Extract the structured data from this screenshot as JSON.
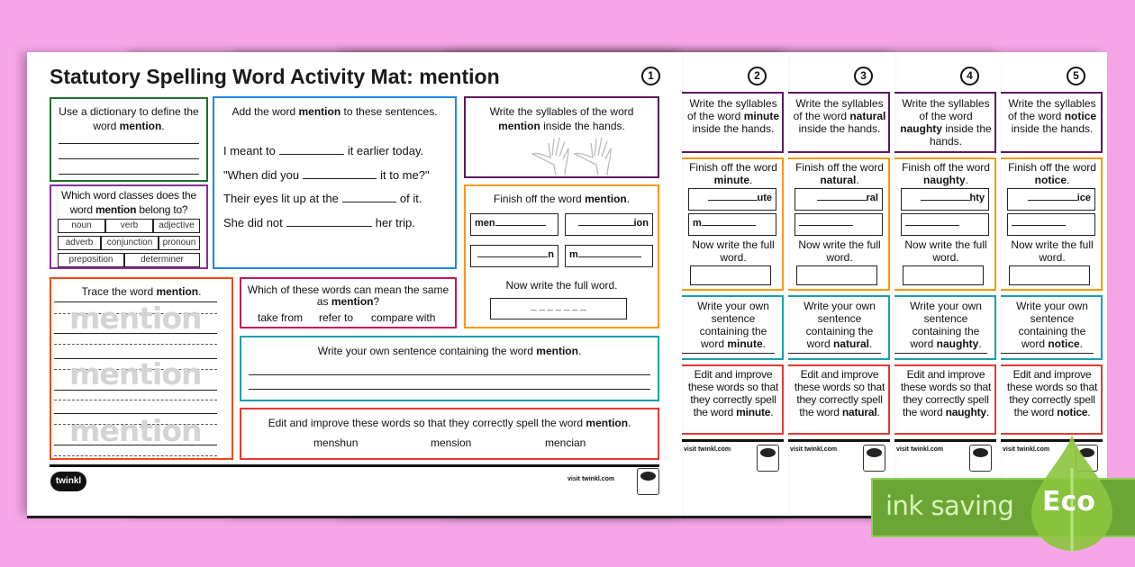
{
  "title": "Statutory Spelling Word Activity Mat: mention",
  "main_page": {
    "number": "1",
    "define": {
      "pre": "Use a dictionary to define the word ",
      "word": "mention",
      "post": "."
    },
    "classes": {
      "pre": "Which word classes does the word ",
      "word": "mention",
      "post": " belong to?",
      "options": [
        "noun",
        "verb",
        "adjective",
        "adverb",
        "conjunction",
        "pronoun",
        "preposition",
        "determiner"
      ]
    },
    "add": {
      "pre": "Add the word ",
      "word": "mention",
      "post": " to these sentences.",
      "sentences": [
        {
          "before": "I meant to",
          "after": "it earlier today."
        },
        {
          "before": "\"When did you",
          "after": "it to me?\""
        },
        {
          "before": "Their eyes lit up at the",
          "after": "of it."
        },
        {
          "before": "She did not",
          "after": "her trip."
        }
      ]
    },
    "syllables": {
      "pre": "Write the syllables of the word",
      "word": "mention",
      "post": " inside the hands."
    },
    "finish": {
      "pre": "Finish off the word ",
      "word": "mention",
      "post": ".",
      "parts": [
        "men",
        "ion",
        "n",
        "m"
      ],
      "full_label": "Now write the full word.",
      "dashes": "_ _ _ _ _ _ _"
    },
    "trace": {
      "pre": "Trace the word ",
      "word": "mention",
      "post": ".",
      "trace_word": "mention"
    },
    "synonyms": {
      "pre": "Which of these words can mean the same as ",
      "word": "mention",
      "post": "?",
      "options": [
        "take from",
        "refer to",
        "compare with"
      ]
    },
    "sentence": {
      "pre": "Write your own sentence containing the word ",
      "word": "mention",
      "post": "."
    },
    "edit": {
      "pre": "Edit and improve these words so that they correctly spell the word ",
      "word": "mention",
      "post": ".",
      "options": [
        "menshun",
        "mension",
        "mencian"
      ]
    }
  },
  "back_pages": [
    {
      "number": "2",
      "word": "minute",
      "ending": "ute",
      "start": "m"
    },
    {
      "number": "3",
      "word": "natural",
      "ending": "ral",
      "start": ""
    },
    {
      "number": "4",
      "word": "naughty",
      "ending": "hty",
      "start": ""
    },
    {
      "number": "5",
      "word": "notice",
      "ending": "ice",
      "start": ""
    }
  ],
  "shared": {
    "syllables_pre": "Write the syllables of the word",
    "syllables_post": "inside the hands.",
    "finish_pre": "Finish off the word ",
    "full_label": "Now write the full word.",
    "sentence_pre": "Write your own sentence containing the word ",
    "edit_pre": "Edit and improve these words so that they correctly spell the word "
  },
  "footer": {
    "brand": "twinkl",
    "visit": "visit twinkl.com"
  },
  "eco": {
    "text": "ink saving",
    "badge": "Eco"
  },
  "colors": {
    "background": "#f7a7e8",
    "eco_green": "#6aa535",
    "leaf": "#8cc63f"
  }
}
